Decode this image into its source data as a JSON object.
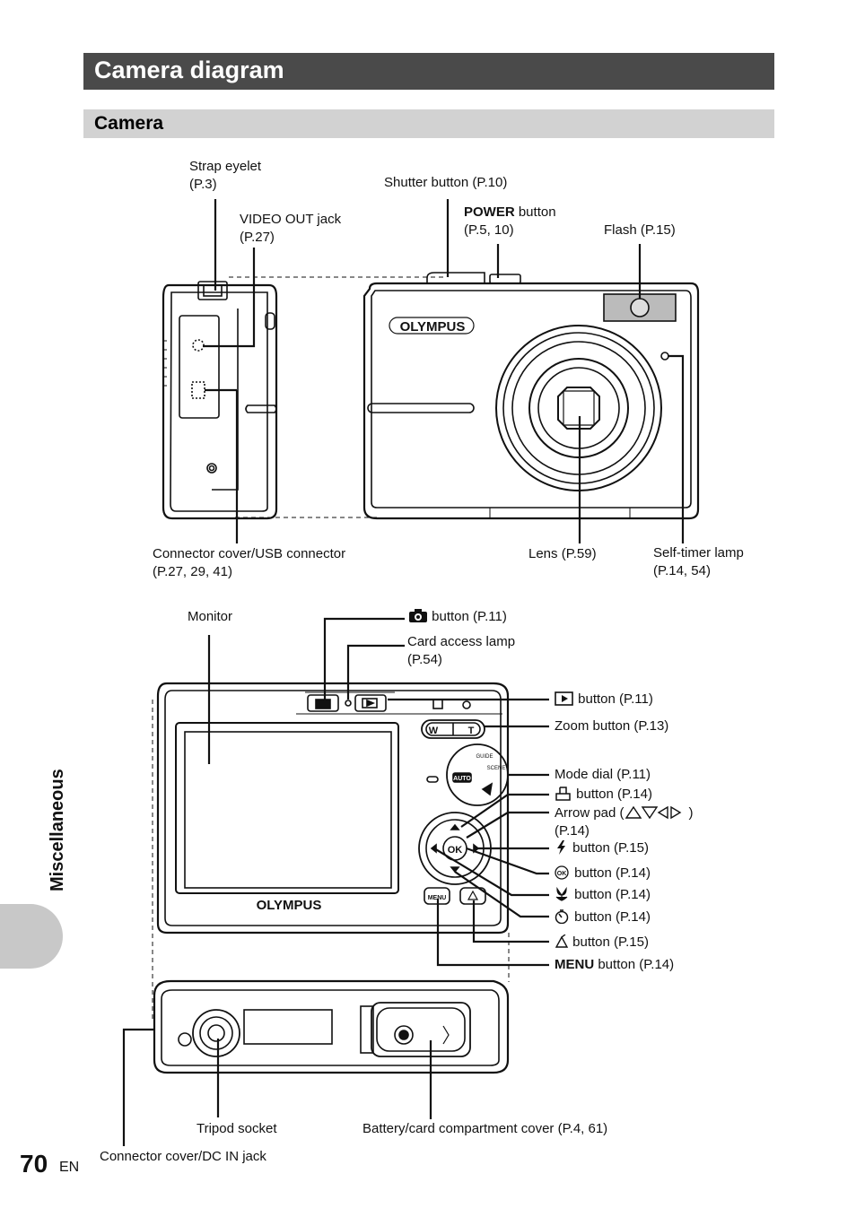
{
  "page": {
    "title": "Camera diagram",
    "section": "Camera",
    "side_tab": "Miscellaneous",
    "page_number": "70",
    "language": "EN"
  },
  "brand_text": "OLYMPUS",
  "front_labels": {
    "strap_eyelet_1": "Strap eyelet",
    "strap_eyelet_2": "(P.3)",
    "video_out_1": "VIDEO OUT jack",
    "video_out_2": "(P.27)",
    "shutter": "Shutter button (P.10)",
    "power_word": "POWER",
    "power_rest": " button",
    "power_2": "(P.5, 10)",
    "flash": "Flash (P.15)",
    "connector_usb_1": "Connector cover/USB connector",
    "connector_usb_2": "(P.27, 29, 41)",
    "lens": "Lens (P.59)",
    "self_timer_1": "Self-timer lamp",
    "self_timer_2": "(P.14, 54)"
  },
  "back_labels": {
    "monitor": "Monitor",
    "shooting_button": " button (P.11)",
    "card_access_1": "Card access lamp",
    "card_access_2": "(P.54)",
    "playback_button": " button (P.11)",
    "zoom": "Zoom button (P.13)",
    "mode_dial": "Mode dial (P.11)",
    "print_button": " button (P.14)",
    "arrow_pad_1a": "Arrow pad (",
    "arrow_pad_1b": ")",
    "arrow_pad_2": "(P.14)",
    "flash_button": " button (P.15)",
    "ok_button": " button (P.14)",
    "macro_button": " button (P.14)",
    "timer_button": " button (P.14)",
    "erase_button": " button (P.15)",
    "menu_word": "MENU",
    "menu_rest": " button (P.14)",
    "tripod": "Tripod socket",
    "battery": "Battery/card compartment cover (P.4, 61)",
    "connector_dc": "Connector cover/DC IN jack"
  },
  "button_glyphs": {
    "zoom_w": "W",
    "zoom_t": "T",
    "ok": "OK",
    "menu": "MENU",
    "auto": "AUTO",
    "guide": "GUIDE",
    "scene": "SCENE"
  },
  "colors": {
    "title_bar": "#4a4a4a",
    "section_bar": "#d2d2d2",
    "side_tab": "#c8c8c8"
  }
}
